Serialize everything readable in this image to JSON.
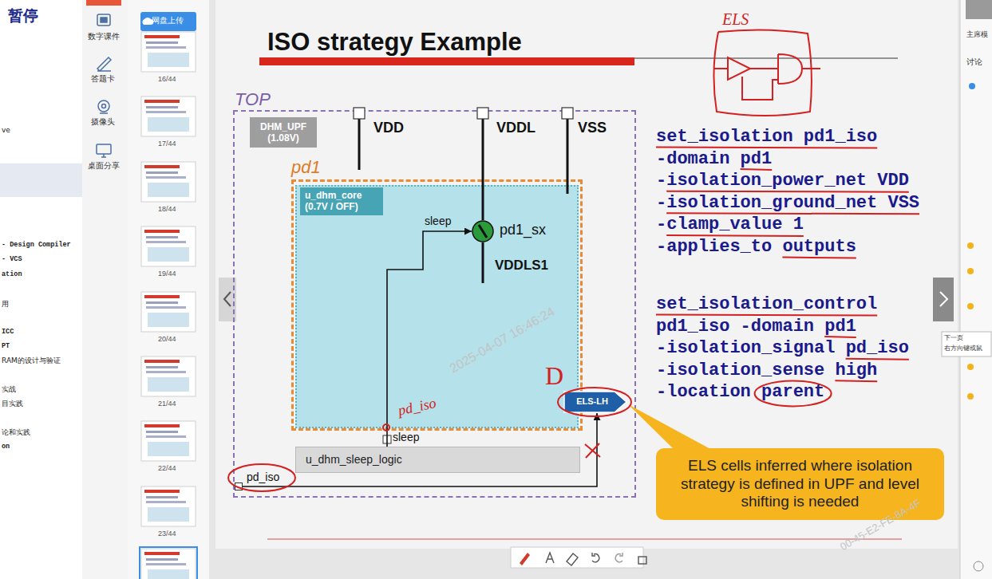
{
  "diagram": {
    "title": "ISO strategy Example",
    "nodes": [
      {
        "text": [
          "TOP"
        ]
      },
      {
        "text": [
          "DHM_UPF (1.08V)"
        ],
        "in": 0
      },
      {
        "text": [
          "pd1"
        ],
        "in": 0
      },
      {
        "text": [
          "u_dhm_core (0.7V / OFF)"
        ],
        "in": 2
      },
      {
        "text": [
          "pd1_sx"
        ],
        "in": 3
      },
      {
        "text": [
          "ELS-LH"
        ],
        "in": 0
      },
      {
        "text": [
          "u_dhm_sleep_logic"
        ],
        "in": 0
      },
      {
        "text": [
          "pd_iso"
        ],
        "in": 0
      },
      {
        "text": [
          "ELS cells inferred where isolation strategy is defined in UPF and level shifting is needed"
        ]
      }
    ],
    "edges": [
      {
        "from": 6,
        "to": 4,
        "arrow": "to"
      },
      {
        "from": 7,
        "to": 5,
        "arrow": "to"
      }
    ],
    "labels": [
      "暂停",
      "ve",
      "- Design Compiler",
      "- VCS",
      "ation",
      "用",
      "ICC",
      "PT",
      "RAM的设计与验证",
      "实战",
      "目实践",
      "论和实践",
      "on",
      "网盘上传",
      "数字课件",
      "答题卡",
      "摄像头",
      "桌面分享",
      "16/44",
      "17/44",
      "18/44",
      "19/44",
      "20/44",
      "21/44",
      "22/44",
      "23/44",
      "主席模",
      "讨论",
      "下一页",
      "右方向键或鼠",
      "VDD",
      "VDDL",
      "VSS",
      "sleep",
      "VDDLS1",
      "sleep",
      "set_isolation pd1_iso",
      "-domain pd1",
      "-isolation_power_net VDD",
      "-isolation_ground_net VSS",
      "-clamp_value 1",
      "-applies_to outputs",
      "set_isolation_control",
      "pd1_iso -domain pd1",
      "-isolation_signal pd_iso",
      "-isolation_sense high",
      "-location parent",
      "ELS",
      "D",
      "pd_iso",
      "2025-04-07 16:46:24",
      "00-45-E2-FE-8A-4F"
    ]
  }
}
